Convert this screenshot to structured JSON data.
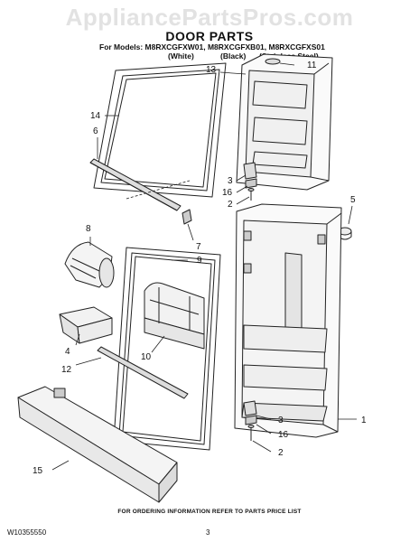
{
  "watermark": "AppliancePartsPros.com",
  "title": "DOOR PARTS",
  "models_line": "For Models: M8RXCGFXW01, M8RXCGFXB01, M8RXCGFXS01",
  "variants": [
    "(White)",
    "(Black)",
    "(Stainless Steel)"
  ],
  "callouts": [
    "14",
    "6",
    "13",
    "11",
    "3",
    "16",
    "2",
    "5",
    "8",
    "7",
    "9",
    "10",
    "4",
    "12",
    "3",
    "16",
    "2",
    "1",
    "15"
  ],
  "footer_info": "FOR ORDERING INFORMATION REFER TO PARTS PRICE LIST",
  "doc_id": "W10355550",
  "page_number": "3"
}
